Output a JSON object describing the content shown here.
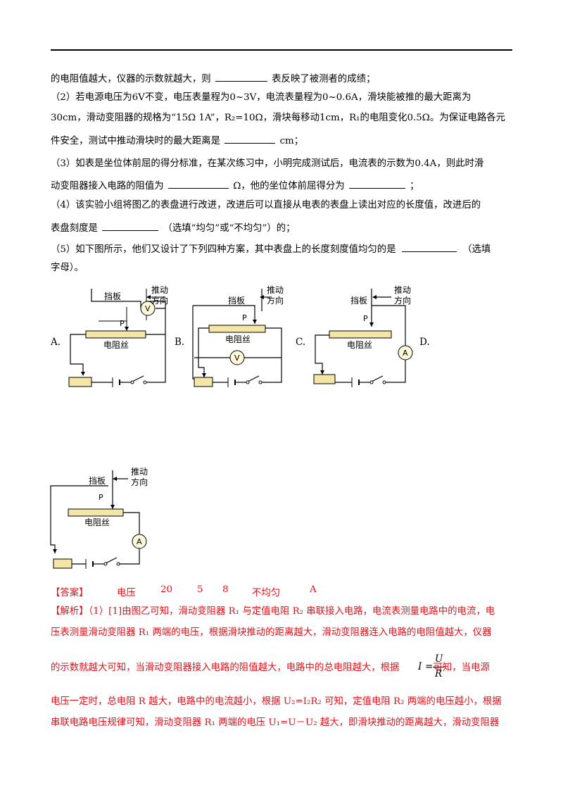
{
  "question": {
    "line1a": "的电阻值越大，仪器的示数就越大，则",
    "line1b": "表反映了被测者的成绩；",
    "line2": "（2）若电源电压为6V不变，电压表量程为0~3V，电流表量程为0~0.6A，滑块能被推的最大距离为",
    "line3": "30cm，滑动变阻器的规格为“15Ω 1A”，R₂=10Ω，滑块每移动1cm，R₁的电阻变化0.5Ω。为保证电路各元",
    "line4a": "件安全，测试中推动滑块时的最大距离是",
    "line4b": "cm；",
    "line5": "（3）如表是坐位体前屈的得分标准，在某次练习中，小明完成测试后，电流表的示数为0.4A，则此时滑",
    "line6a": "动变阻器接入电路的阻值为",
    "line6b": "Ω，他的坐位体前屈得分为",
    "line6c": "；",
    "line7": "（4）该实验小组将图乙的表盘进行改进，改进后可以直接从电表的表盘上读出对应的长度值，改进后的",
    "line8a": "表盘刻度是",
    "line8b": "（选填“均匀”或“不均匀”）的；",
    "line9a": "（5）如下图所示，他们又设计了下列四种方案，其中表盘上的长度刻度值均匀的是",
    "line9b": "（选填",
    "line10": "字母）。"
  },
  "figure": {
    "baffle": "挡板",
    "push1": "推动",
    "push2": "方向",
    "slider": "P",
    "wire": "电阻丝",
    "voltmeter": "V",
    "ammeter": "A",
    "options": [
      "A.",
      "B.",
      "C.",
      "D."
    ]
  },
  "answer": {
    "label": "【答案】",
    "values": [
      "电压",
      "20",
      "5",
      "8",
      "不均匀",
      "A"
    ]
  },
  "analysis": {
    "label": "【解析】",
    "l1": "（1）[1]由图乙可知，滑动变阻器 R₁ 与定值电阻 R₂ 串联接入电路，电流表测量电路中的电流，电",
    "l2": "压表测量滑动变阻器 R₁ 两端的电压，根据滑块推动的距离越大，滑动变阻器连入电路的电阻值越大，仪器",
    "l3a": "的示数就越大可知，当滑动变阻器接入电路的阻值越大，电路中的总电阻越大，根据",
    "l3b": "可知，当电源",
    "l4": "电压一定时，总电阻 R 越大，电路中的电流越小，根据 U₂=I₂R₂ 可知，定值电阻 R₂ 两端的电压越小，根据",
    "l5": "串联电路电压规律可知，滑动变阻器 R₁ 两端的电压 U₁=U－U₂ 越大，即滑块推动的距离越大，滑动变阻器",
    "formula_i": "I",
    "formula_eq": "=",
    "formula_u": "U",
    "formula_r": "R"
  }
}
